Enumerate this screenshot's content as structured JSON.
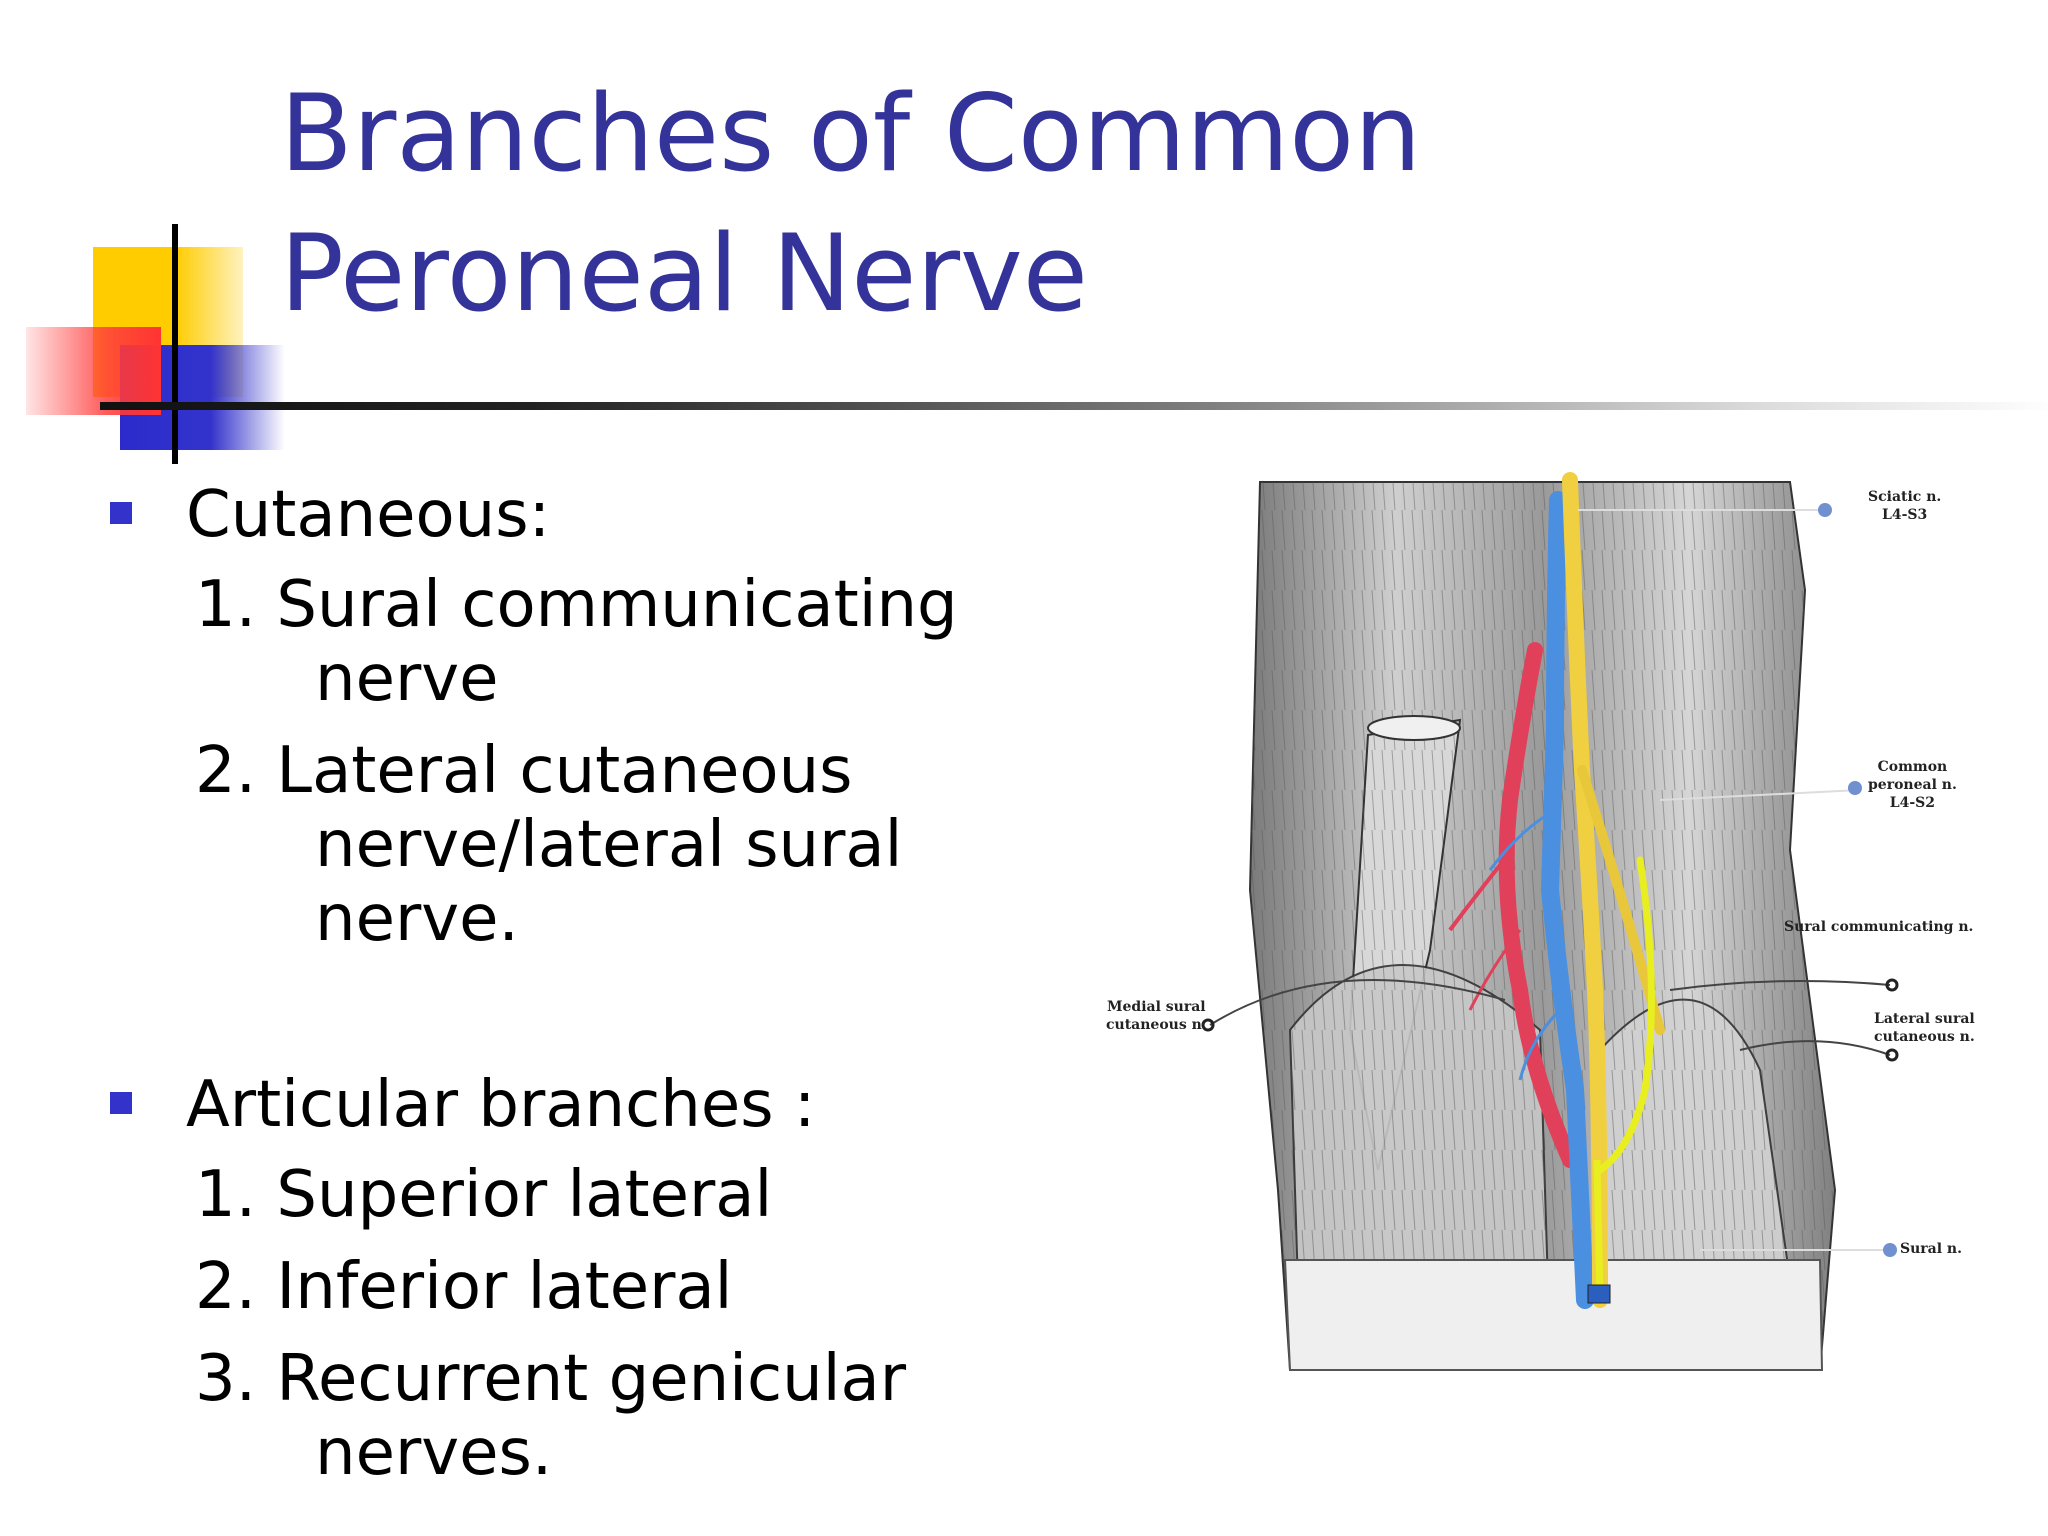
{
  "slide": {
    "title_line1": "Branches of Common",
    "title_line2": "Peroneal Nerve",
    "sections": [
      {
        "heading": "Cutaneous:",
        "items": [
          {
            "number": "1.",
            "text": "Sural communicating",
            "continuation": "nerve"
          },
          {
            "number": "2.",
            "text": "Lateral cutaneous",
            "continuation": "nerve/lateral sural",
            "continuation2": "nerve."
          }
        ]
      },
      {
        "heading": "Articular branches :",
        "items": [
          {
            "number": "1.",
            "text": "Superior lateral"
          },
          {
            "number": "2.",
            "text": "Inferior lateral"
          },
          {
            "number": "3.",
            "text": "Recurrent genicular",
            "continuation": "nerves."
          }
        ]
      }
    ],
    "colors": {
      "title": "#33339a",
      "bullet": "#3333cc",
      "deco_yellow": "#ffcc00",
      "deco_red": "#ff3333",
      "deco_blue": "#3333cc"
    }
  },
  "figure": {
    "labels": {
      "sciatic": "Sciatic n.",
      "sciatic_roots": "L4-S3",
      "common_peroneal": "Common",
      "common_peroneal_2": "peroneal n.",
      "common_peroneal_roots": "L4-S2",
      "sural_communicating": "Sural communicating n.",
      "lateral_sural": "Lateral sural",
      "lateral_sural_2": "cutaneous n.",
      "medial_sural": "Medial sural",
      "medial_sural_2": "cutaneous n.",
      "sural": "Sural n."
    }
  }
}
